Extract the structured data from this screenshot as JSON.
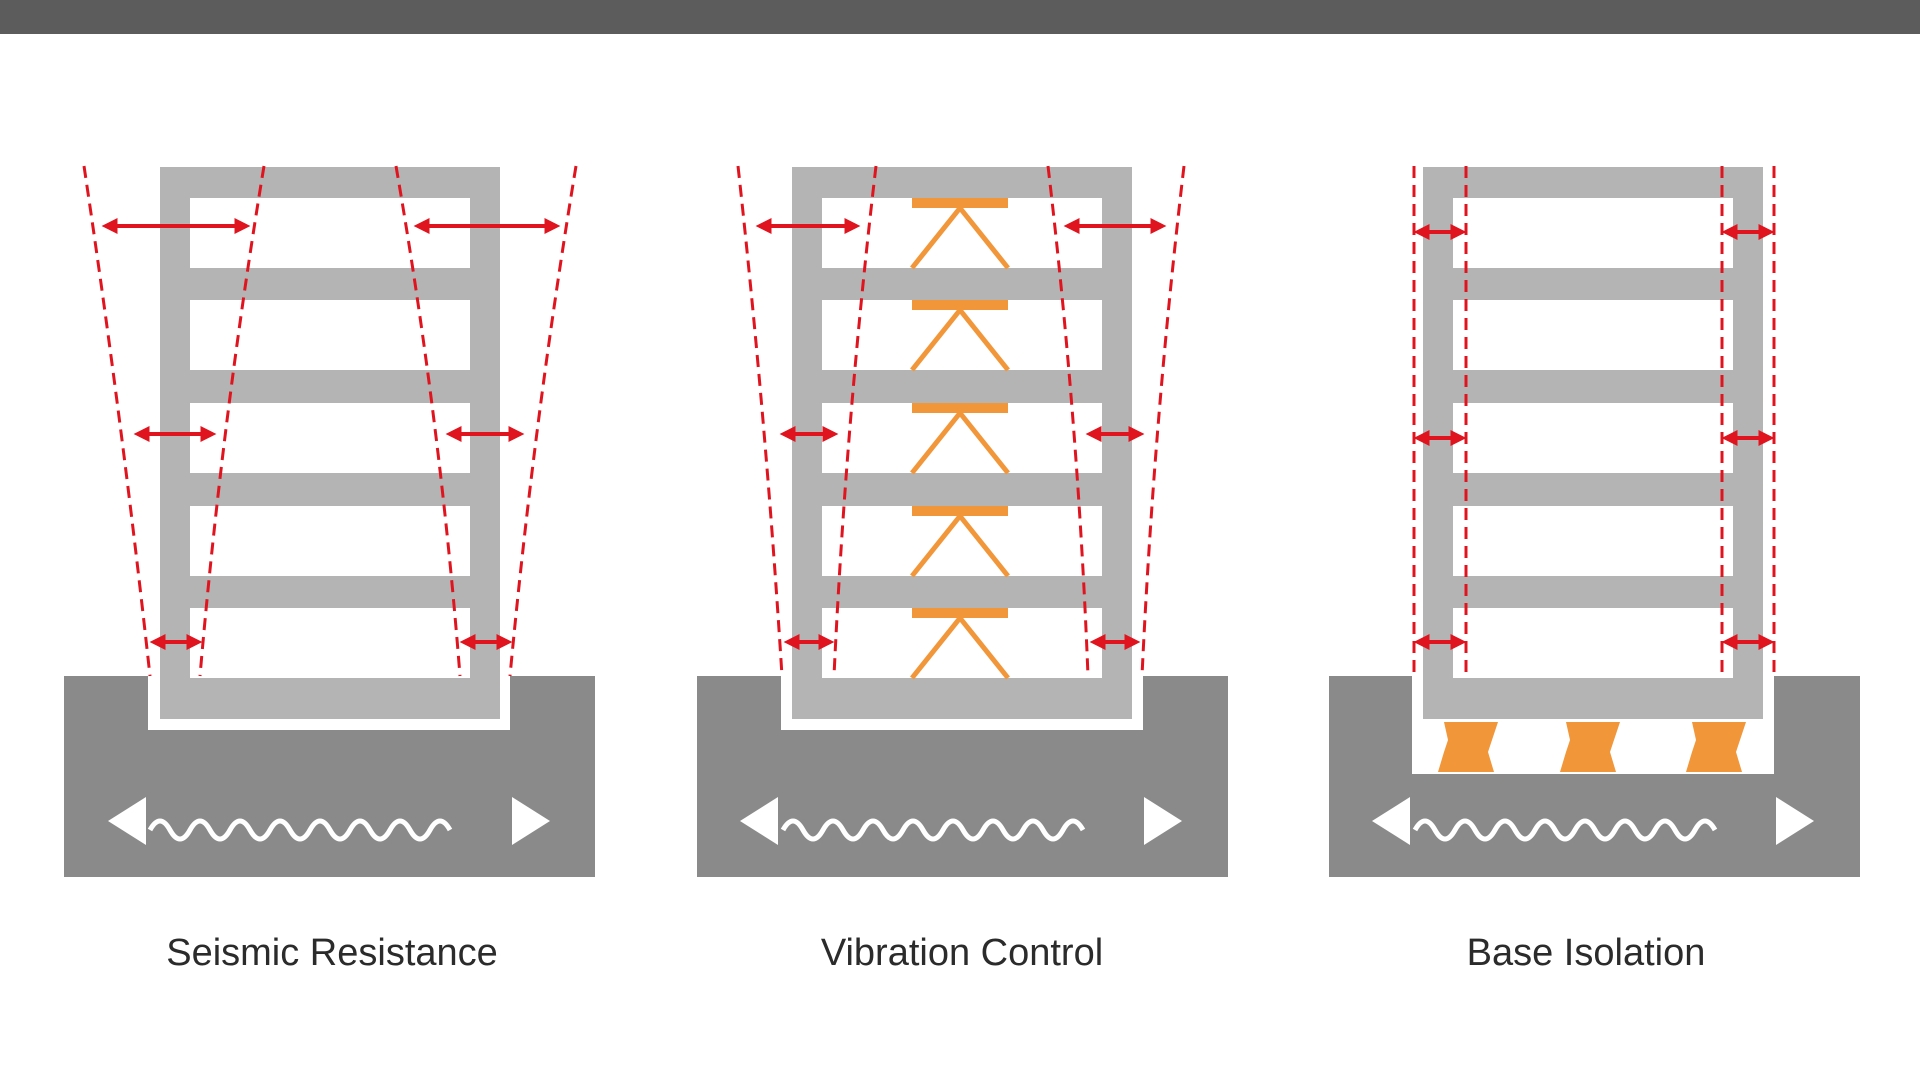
{
  "colors": {
    "top_bar": "#5d5c5d",
    "building": "#b4b4b4",
    "ground": "#8a8a8a",
    "displacement": "#e0141e",
    "damper": "#f2963a",
    "isolator": "#f2963a",
    "wave": "#ffffff",
    "label_text": "#2b2b2b"
  },
  "panels": [
    {
      "id": "seismic-resistance",
      "label": "Seismic Resistance",
      "displacement": "large",
      "device": "none"
    },
    {
      "id": "vibration-control",
      "label": "Vibration Control",
      "displacement": "medium",
      "device": "dampers"
    },
    {
      "id": "base-isolation",
      "label": "Base Isolation",
      "displacement": "small",
      "device": "base-isolators"
    }
  ]
}
